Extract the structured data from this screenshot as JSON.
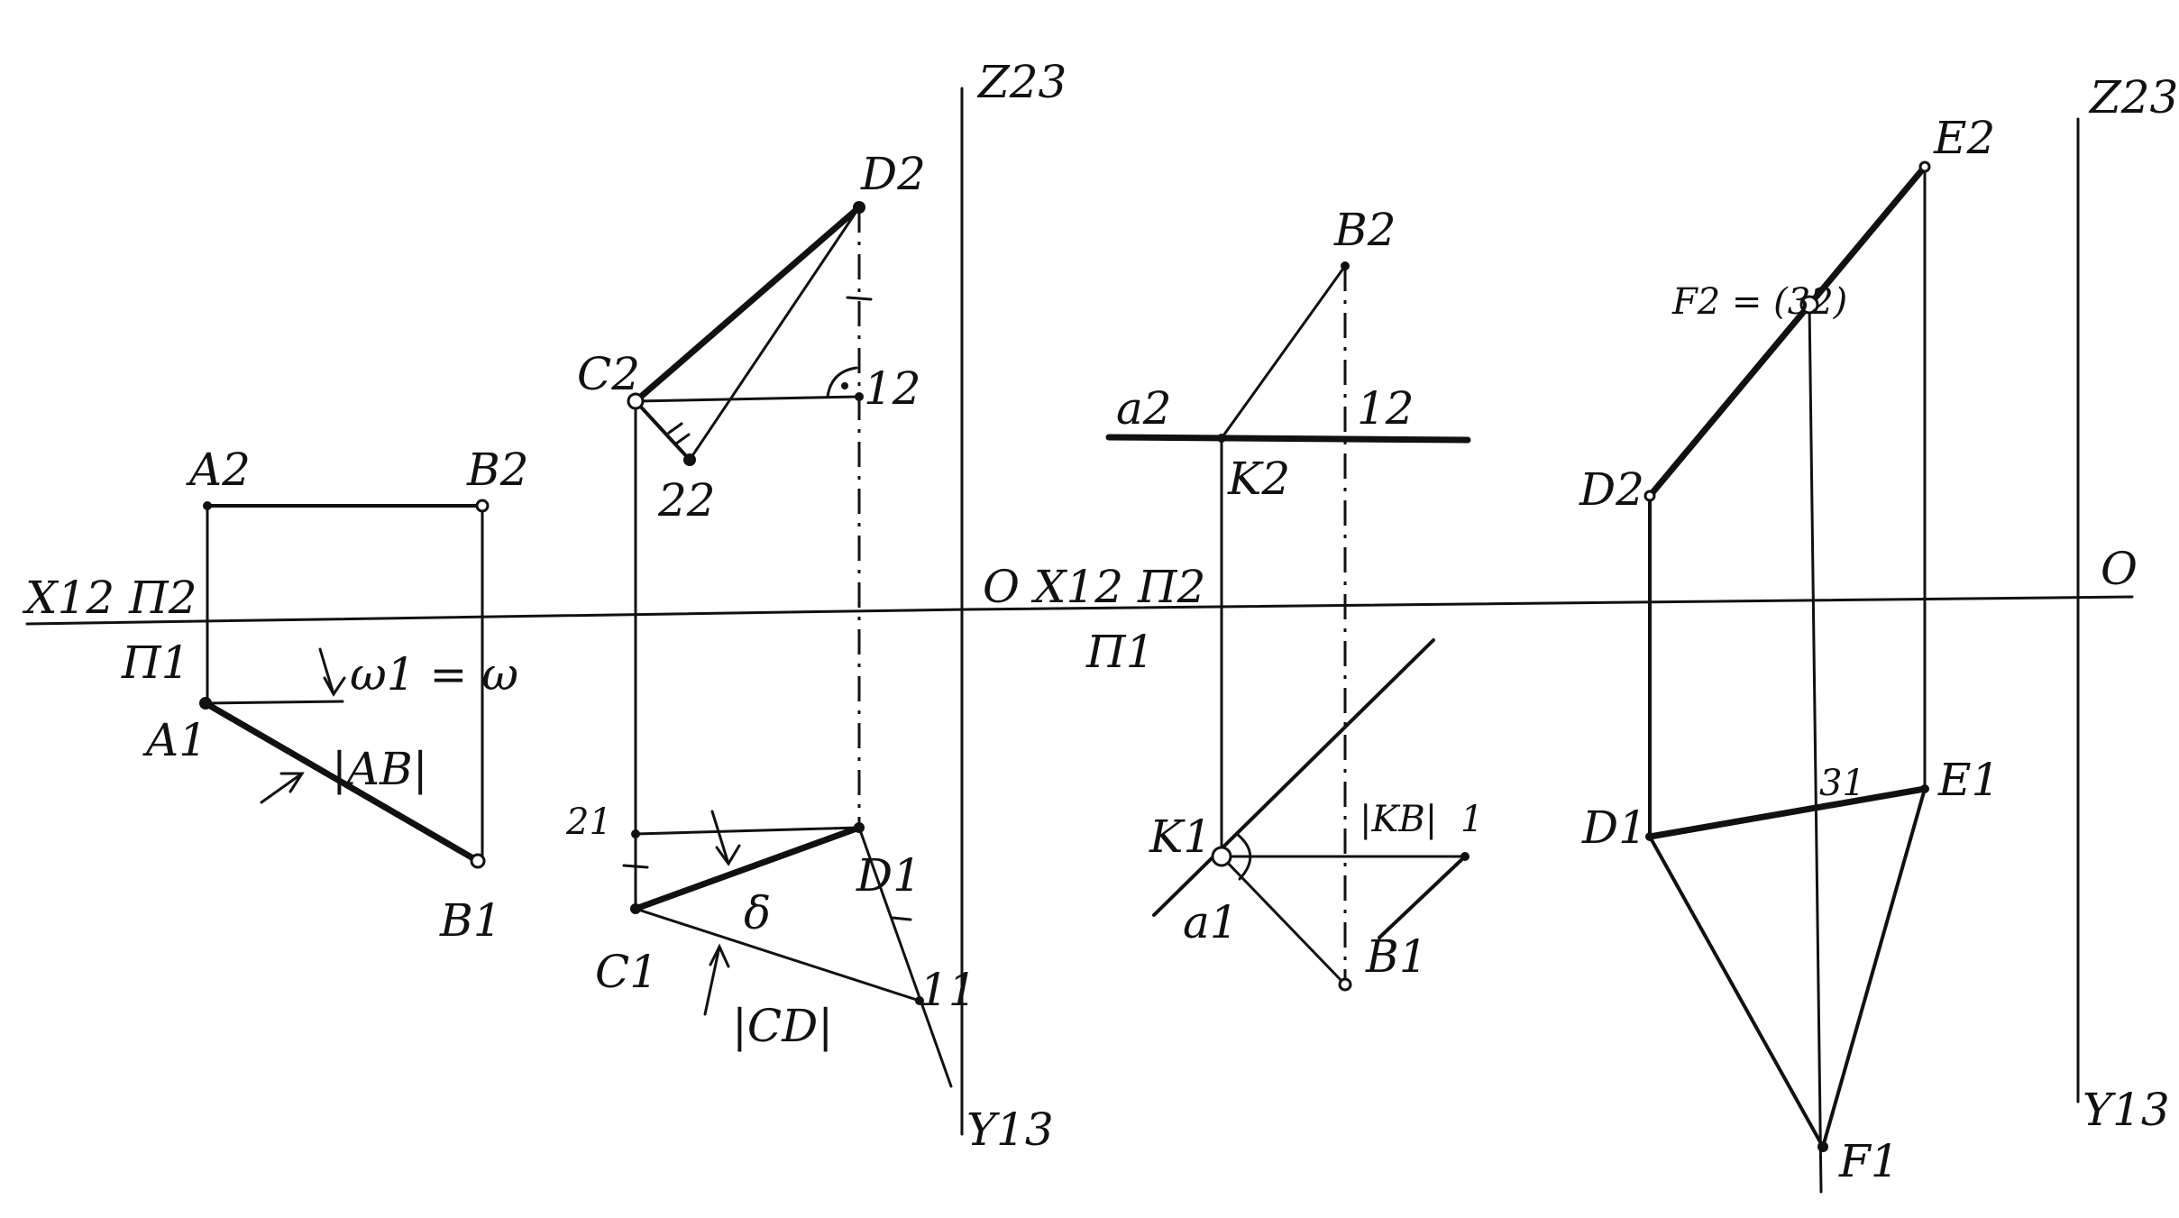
{
  "labels": {
    "x12_p2_left": "X12 Π2",
    "p1_left": "Π1",
    "a2": "A2",
    "b2": "B2",
    "a1": "A1",
    "b1": "B1",
    "omega": "ω1 = ω",
    "ab_len": "|AB|",
    "z23_mid": "Z23",
    "y13_mid": "Y13",
    "d2": "D2",
    "c2": "C2",
    "one2": "12",
    "two2": "22",
    "two1": "21",
    "c1": "C1",
    "d1": "D1",
    "one1": "11",
    "delta": "δ",
    "cd_len": "|CD|",
    "o_x12_p2": "O X12 Π2",
    "p1_mid": "Π1",
    "b2_right": "B2",
    "a2_right": "a2",
    "one2_right": "12",
    "k2": "K2",
    "k1": "K1",
    "kb_len": "|KB|",
    "one_right": "1",
    "a1_right": "a1",
    "b1_right": "B1",
    "e2": "E2",
    "f2_eq": "F2 = (32)",
    "d2_right": "D2",
    "o_right": "O",
    "z23_right": "Z23",
    "y13_right": "Y13",
    "three1": "31",
    "e1": "E1",
    "d1_right": "D1",
    "f1": "F1"
  }
}
